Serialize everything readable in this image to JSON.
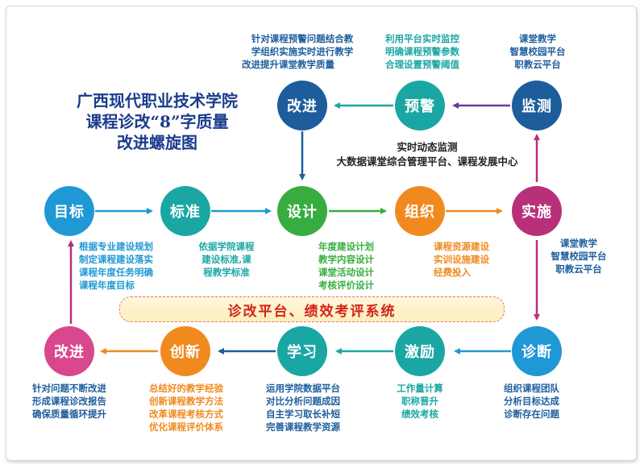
{
  "title_lines": [
    "广西现代职业技术学院",
    "课程诊改“8”字质量",
    "改进螺旋图"
  ],
  "center_lines": [
    "实时动态监测",
    "大数据课堂综合管理平台、课程发展中心"
  ],
  "banner": "诊改平台、绩效考评系统",
  "colors": {
    "blue": "#1f98d5",
    "teal": "#1aa7a4",
    "navy": "#1d5d9c",
    "green": "#38ad3f",
    "orange": "#f08a1f",
    "magenta": "#b8307a",
    "pink": "#d9478d",
    "title": "#1b3c8c",
    "banner_text": "#d22318"
  },
  "nodes": {
    "top_improve": "改进",
    "warning": "预警",
    "monitor": "监测",
    "goal": "目标",
    "standard": "标准",
    "design": "设计",
    "organize": "组织",
    "implement": "实施",
    "bottom_improve": "改进",
    "innovate": "创新",
    "learn": "学习",
    "incentive": "激励",
    "diagnose": "诊断"
  },
  "texts": {
    "top_improve": [
      "针对课程预警问题结合教",
      "学组织实施实时进行教学",
      "改进提升课堂教学质量"
    ],
    "warning": [
      "利用平台实时监控",
      "明确课程预警参数",
      "合理设置预警阈值"
    ],
    "monitor": [
      "课堂教学",
      "智慧校园平台",
      "职教云平台"
    ],
    "goal": [
      "根据专业建设规划",
      "制定课程建设落实",
      "课程年度任务明确",
      "课程年度目标"
    ],
    "standard": [
      "依据学院课程",
      "建设标准,课",
      "程教学标准"
    ],
    "design": [
      "年度建设计划",
      "教学内容设计",
      "课堂活动设计",
      "考核评价设计"
    ],
    "organize": [
      "课程资源建设",
      "实训设施建设",
      "经费投入"
    ],
    "implement": [
      "课堂教学",
      "智慧校园平台",
      "职教云平台"
    ],
    "bottom_improve": [
      "针对问题不断改进",
      "形成课程诊改报告",
      "确保质量循环提升"
    ],
    "innovate": [
      "总结好的教学经验",
      "创新课程教学方法",
      "改革课程考核方式",
      "优化课程评价体系"
    ],
    "learn": [
      "运用学院数据平台",
      "对比分析问题成因",
      "自主学习取长补短",
      "完善课程教学资源"
    ],
    "incentive": [
      "工作量计算",
      "职称晋升",
      "绩效考核"
    ],
    "diagnose": [
      "组织课程团队",
      "分析目标达成",
      "诊断存在问题"
    ]
  }
}
